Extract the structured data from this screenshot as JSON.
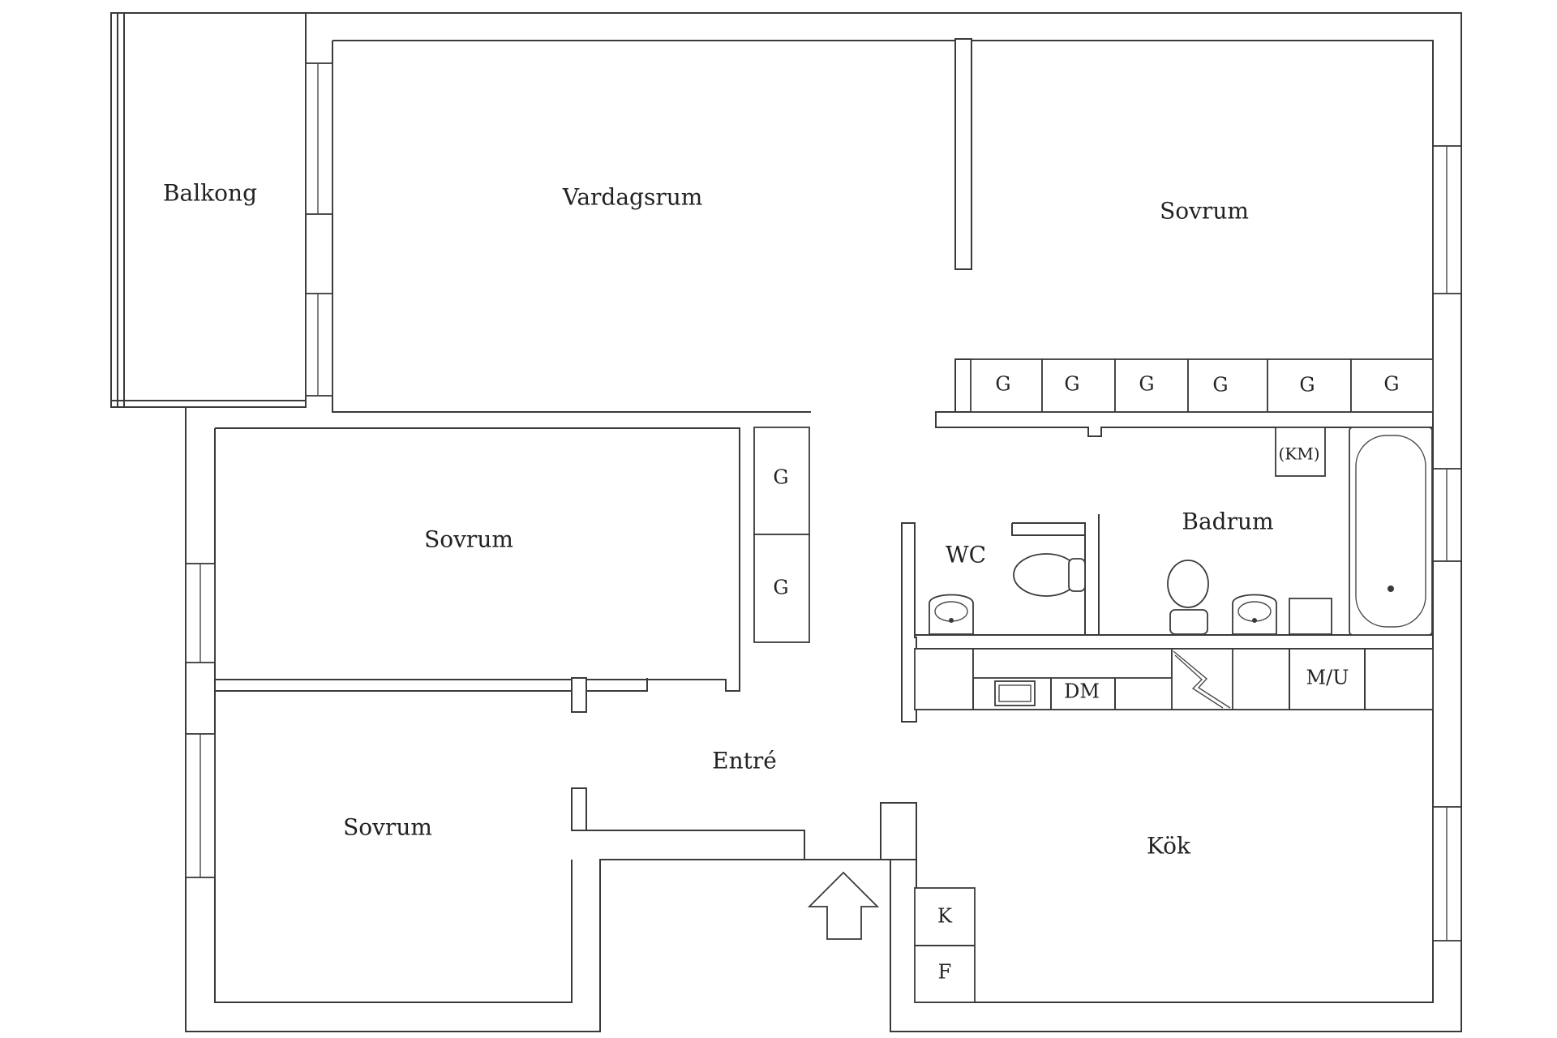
{
  "rooms": {
    "balkong": "Balkong",
    "vardagsrum": "Vardagsrum",
    "sovrum_ne": "Sovrum",
    "sovrum_w": "Sovrum",
    "sovrum_sw": "Sovrum",
    "entre": "Entré",
    "wc": "WC",
    "badrum": "Badrum",
    "kok": "Kök"
  },
  "fixtures": {
    "wardrobe": "G",
    "km": "(KM)",
    "dm": "DM",
    "mu": "M/U",
    "k": "K",
    "f": "F"
  },
  "colors": {
    "wall": "#3a3a3a",
    "background": "#ffffff"
  }
}
